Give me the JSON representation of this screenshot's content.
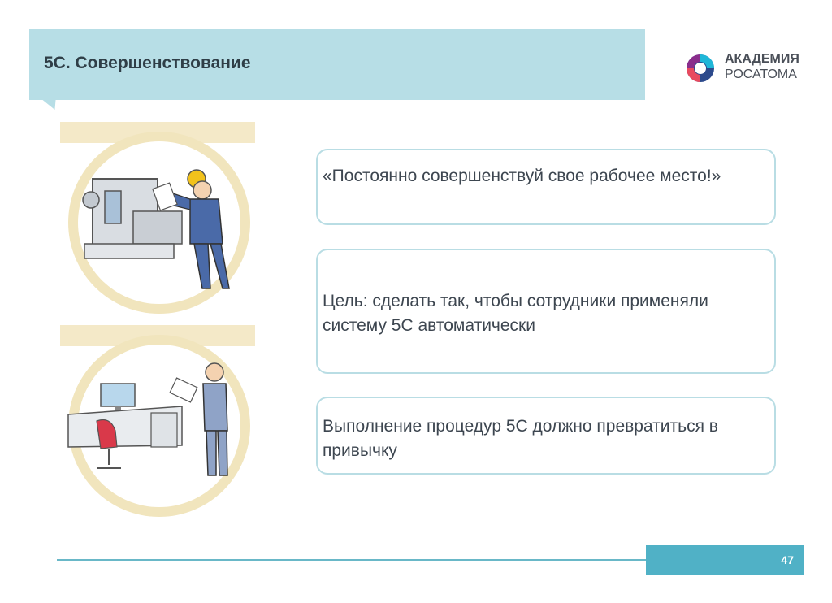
{
  "header": {
    "title": "5С. Совершенствование"
  },
  "logo": {
    "line1": "АКАДЕМИЯ",
    "line2": "РОСАТОМА"
  },
  "cards": [
    {
      "text": "«Постоянно совершенствуй свое рабочее место!»"
    },
    {
      "text": "Цель: сделать так, чтобы сотрудники применяли систему 5С автоматически"
    },
    {
      "text": "Выполнение процедур 5С должно превратиться в привычку"
    }
  ],
  "footer": {
    "page_number": "47"
  },
  "colors": {
    "title_bar": "#b7dee6",
    "card_border": "#b9dde4",
    "accent": "#50b1c6",
    "circle": "#f1e5bd"
  }
}
